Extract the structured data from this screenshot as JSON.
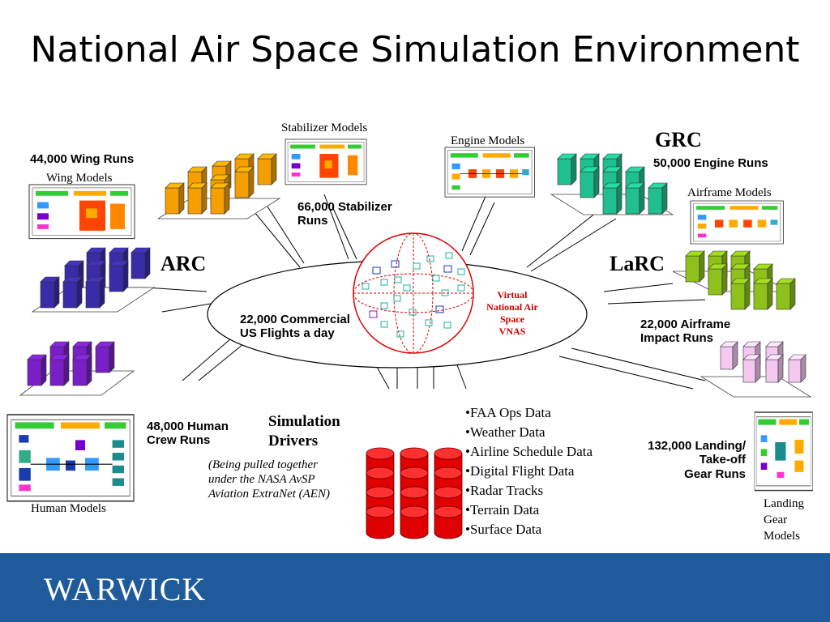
{
  "title": "National Air Space Simulation Environment",
  "labels": {
    "stabilizer_models": "Stabilizer Models",
    "engine_models": "Engine Models",
    "grc": "GRC",
    "engine_runs": "50,000 Engine Runs",
    "airframe_models": "Airframe Models",
    "wing_runs": "44,000 Wing Runs",
    "wing_models": "Wing Models",
    "stabilizer_runs_1": "66,000 Stabilizer",
    "stabilizer_runs_2": "Runs",
    "arc": "ARC",
    "larc": "LaRC",
    "commercial_1": "22,000 Commercial",
    "commercial_2": "US Flights a day",
    "vnas_1": "Virtual",
    "vnas_2": "National Air",
    "vnas_3": "Space",
    "vnas_4": "VNAS",
    "airframe_runs_1": "22,000 Airframe",
    "airframe_runs_2": "Impact Runs",
    "crew_runs_1": "48,000 Human",
    "crew_runs_2": "Crew Runs",
    "human_models": "Human Models",
    "sim_drivers_1": "Simulation",
    "sim_drivers_2": "Drivers",
    "pulled_1": "(Being pulled together",
    "pulled_2": "under the NASA AvSP",
    "pulled_3": "Aviation ExtraNet (AEN)",
    "landing_runs_1": "132,000 Landing/",
    "landing_runs_2": "Take-off",
    "landing_runs_3": "Gear Runs",
    "landing_models_1": "Landing",
    "landing_models_2": "Gear",
    "landing_models_3": "Models"
  },
  "data_sources": [
    "•FAA Ops Data",
    "•Weather Data",
    "•Airline Schedule Data",
    "•Digital Flight Data",
    "•Radar Tracks",
    "•Terrain Data",
    "•Surface Data"
  ],
  "footer": {
    "logo": "WARWICK"
  },
  "colors": {
    "footer": "#1f5a9b",
    "orange": "#f5a000",
    "teal": "#1fbf8f",
    "navy": "#3a2ba8",
    "green": "#8ec21a",
    "purple": "#7a1fc8",
    "pink": "#f4c8f0",
    "red": "#e00000"
  }
}
